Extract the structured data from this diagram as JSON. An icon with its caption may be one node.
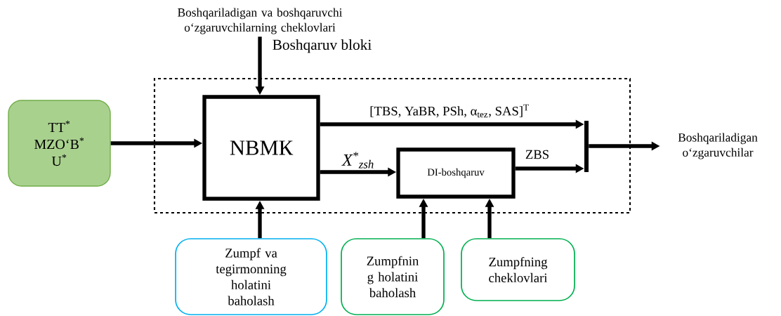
{
  "diagram": {
    "nodes": [
      {
        "text": [
          "Boshqaruv bloki"
        ]
      },
      {
        "text": [
          "TT$^{*}$",
          "MZO‘B$^{*}$",
          "U$^{*}$"
        ]
      },
      {
        "text": [
          "NBMК"
        ],
        "in": 0
      },
      {
        "text": [
          "DI-boshqaruv"
        ],
        "in": 0
      },
      {
        "text": [
          "Boshqariladigan va boshqaruvchi o‘zgaruvchilarning cheklovlari"
        ]
      },
      {
        "text": [
          "Boshqariladigan o‘zgaruvchilar"
        ]
      },
      {
        "text": [
          "Zumpf va tegirmonning holatini baholash"
        ]
      },
      {
        "text": [
          "Zumpfnin g holatini baholash"
        ]
      },
      {
        "text": [
          "Zumpfning cheklovlari"
        ]
      },
      {
        "text": [],
        "shape": "bar",
        "in": 0
      }
    ],
    "edges": [
      {
        "from": 1,
        "to": 2,
        "arrow": "to"
      },
      {
        "from": 4,
        "to": 2,
        "arrow": "to"
      },
      {
        "from": 2,
        "to": 9,
        "arrow": "to",
        "label": "[TBS, YaBR, PSh, α$_{tez}$, SAS]$^{T}$"
      },
      {
        "from": 2,
        "to": 3,
        "arrow": "to",
        "label": "X$^{*}$$_{zsh}$"
      },
      {
        "from": 3,
        "to": 9,
        "arrow": "to",
        "label": "ZBS"
      },
      {
        "from": 9,
        "to": 5,
        "arrow": "to"
      },
      {
        "from": 6,
        "to": 2,
        "arrow": "to"
      },
      {
        "from": 7,
        "to": 3,
        "arrow": "to"
      },
      {
        "from": 8,
        "to": 3,
        "arrow": "to"
      }
    ]
  }
}
